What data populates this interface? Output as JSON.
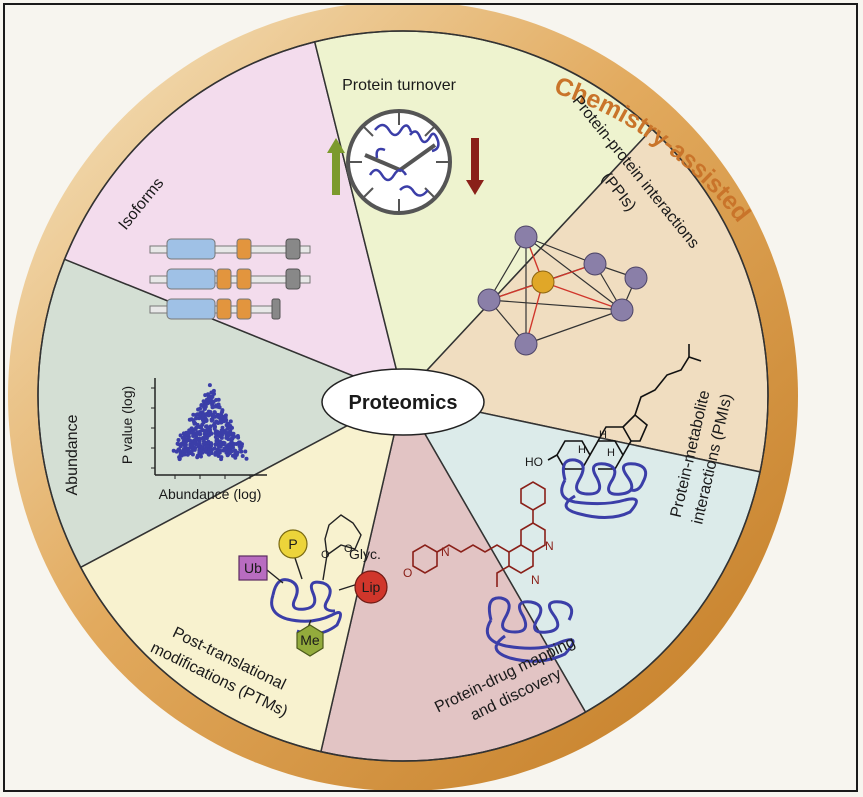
{
  "diagram": {
    "center_label": "Proteomics",
    "arc_label": "Chemistry-assisted",
    "colors": {
      "arc": "#c9882e",
      "isoforms": "#f3dced",
      "turnover": "#eef3cf",
      "ppi": "#f0ddc0",
      "pmi": "#dcebea",
      "drug": "#e2c4c4",
      "ptm": "#f8f2cf",
      "abundance": "#d4dfd4"
    },
    "segments": [
      {
        "id": "isoforms",
        "label_lines": [
          "Isoforms"
        ]
      },
      {
        "id": "turnover",
        "label_lines": [
          "Protein turnover"
        ]
      },
      {
        "id": "ppi",
        "label_lines": [
          "Protein-protein interactions",
          "(PPIs)"
        ]
      },
      {
        "id": "pmi",
        "label_lines": [
          "Protein-metabolite",
          "interactions (PMIs)"
        ]
      },
      {
        "id": "drug",
        "label_lines": [
          "Protein-drug mapping",
          "and discovery"
        ]
      },
      {
        "id": "ptm",
        "label_lines": [
          "Post-translational",
          "modifications (PTMs)"
        ]
      },
      {
        "id": "abundance",
        "label_lines": [
          "Abundance"
        ]
      }
    ],
    "abundance_plot": {
      "ylabel": "P value (log)",
      "xlabel": "Abundance (log)"
    },
    "ptm_tags": {
      "phospho": "P",
      "ubiquitin": "Ub",
      "lipid": "Lip",
      "methyl": "Me",
      "glyco": "Glyc.",
      "glyco_o1": "O",
      "glyco_o2": "O"
    },
    "metabolite_labels": {
      "ho": "HO",
      "h1": "H",
      "h2": "H",
      "h3": "H"
    },
    "drug_labels": {
      "n1": "N",
      "n2": "N",
      "n3": "N",
      "o": "O"
    }
  }
}
